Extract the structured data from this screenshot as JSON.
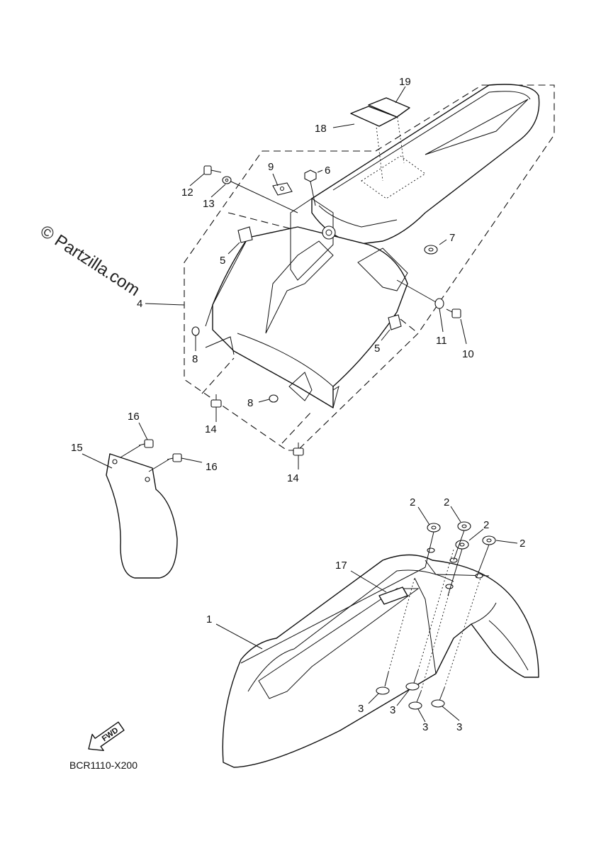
{
  "watermark": "© Partzilla.com",
  "diagram_code": "BCR1110-X200",
  "fwd_badge": "FWD",
  "callouts": {
    "c1": "1",
    "c2a": "2",
    "c2b": "2",
    "c2c": "2",
    "c2d": "2",
    "c3a": "3",
    "c3b": "3",
    "c3c": "3",
    "c3d": "3",
    "c4": "4",
    "c5a": "5",
    "c5b": "5",
    "c6": "6",
    "c7": "7",
    "c8a": "8",
    "c8b": "8",
    "c9": "9",
    "c10": "10",
    "c11": "11",
    "c12": "12",
    "c13": "13",
    "c14a": "14",
    "c14b": "14",
    "c15": "15",
    "c16a": "16",
    "c16b": "16",
    "c17": "17",
    "c18": "18",
    "c19": "19"
  },
  "colors": {
    "line": "#111111",
    "background": "#ffffff"
  }
}
